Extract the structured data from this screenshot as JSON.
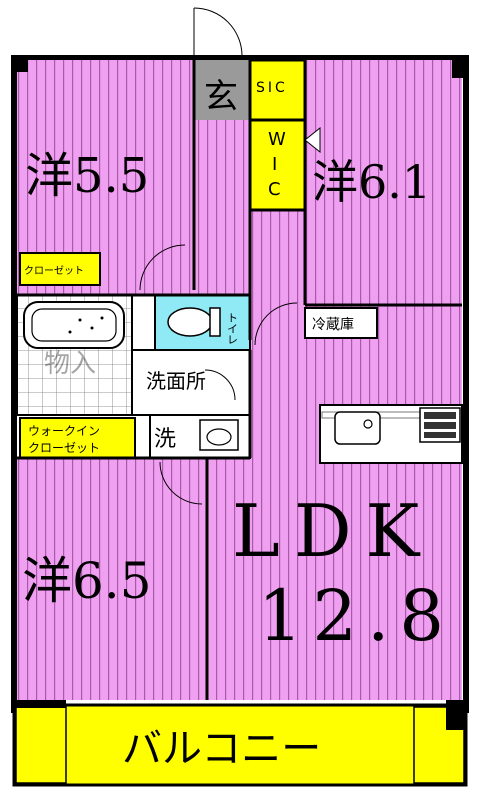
{
  "colors": {
    "room": "#f0a0f0",
    "stripe": "#a85aa8",
    "yellow": "#ffff00",
    "cyan": "#8feaf5",
    "entrance": "#9a9a9a",
    "wall": "#000000",
    "floor_white": "#ffffff"
  },
  "rooms": {
    "western_1": {
      "label": "洋5.5"
    },
    "western_2": {
      "label": "洋6.1"
    },
    "western_3": {
      "label": "洋6.5"
    },
    "ldk": {
      "label": "LDK",
      "size": "12.8"
    }
  },
  "areas": {
    "entrance": "玄",
    "sic": "SIC",
    "wic": [
      "W",
      "I",
      "C"
    ],
    "closet": "クローゼット",
    "toilet": "トイレ",
    "washroom": "洗面所",
    "washer": "洗",
    "walk_in_closet": [
      "ウォークイン",
      "クローゼット"
    ],
    "storage": "物入",
    "fridge": "冷蔵庫",
    "balcony": "バルコニー"
  },
  "icons": [
    "bathtub-icon",
    "toilet-icon",
    "sink-icon",
    "kitchen-sink-icon",
    "stove-icon",
    "door-swing-icon"
  ]
}
